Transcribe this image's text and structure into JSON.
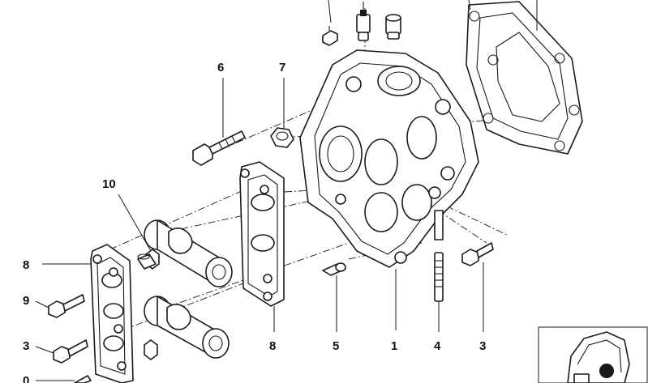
{
  "callouts": [
    {
      "id": "top-left-stub",
      "text": ""
    },
    {
      "id": "6",
      "text": "6"
    },
    {
      "id": "7",
      "text": "7"
    },
    {
      "id": "10",
      "text": "10"
    },
    {
      "id": "8a",
      "text": "8"
    },
    {
      "id": "9",
      "text": "9"
    },
    {
      "id": "3a",
      "text": "3"
    },
    {
      "id": "0",
      "text": "0"
    },
    {
      "id": "8b",
      "text": "8"
    },
    {
      "id": "5",
      "text": "5"
    },
    {
      "id": "1",
      "text": "1"
    },
    {
      "id": "4",
      "text": "4"
    },
    {
      "id": "3b",
      "text": "3"
    }
  ],
  "labels": {
    "l6": "6",
    "l7": "7",
    "l10": "10",
    "l8a": "8",
    "l9": "9",
    "l3a": "3",
    "l0": "0",
    "l8b": "8",
    "l5": "5",
    "l1": "1",
    "l4": "4",
    "l3b": "3"
  }
}
